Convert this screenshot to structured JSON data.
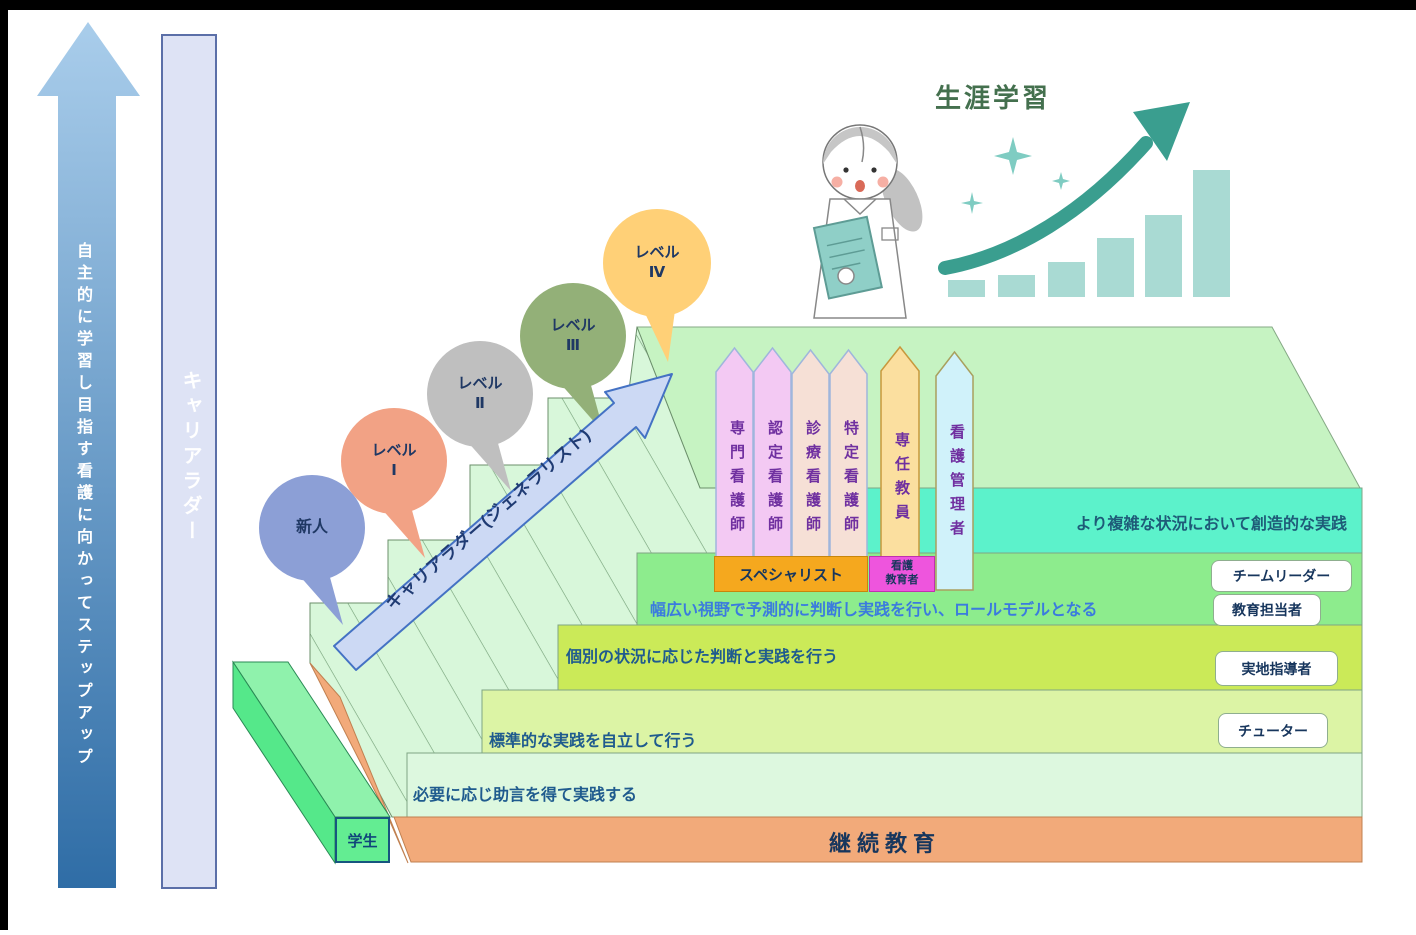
{
  "left_rail": {
    "step_up_arrow_text": "自主的に学習し目指す看護に向かってステップアップ",
    "career_ladder_bar_text": "キャリアラダー"
  },
  "level_bubbles": [
    {
      "line1": "新人",
      "line2": ""
    },
    {
      "line1": "レベル",
      "line2": "Ⅰ"
    },
    {
      "line1": "レベル",
      "line2": "Ⅱ"
    },
    {
      "line1": "レベル",
      "line2": "Ⅲ"
    },
    {
      "line1": "レベル",
      "line2": "Ⅳ"
    }
  ],
  "generalist_arrow_label": "キャリアラダー(ジェネラリスト)",
  "lifelong_learning": {
    "title": "生涯学習",
    "growth_bar_heights": [
      17,
      22,
      35,
      59,
      82,
      127
    ]
  },
  "pennants": [
    {
      "label": "専門看護師"
    },
    {
      "label": "認定看護師"
    },
    {
      "label": "診療看護師"
    },
    {
      "label": "特定看護師"
    },
    {
      "label": "専任教員"
    },
    {
      "label": "看護管理者"
    }
  ],
  "category_tags": {
    "specialist": "スペシャリスト",
    "nurse_educator_line1": "看護",
    "nurse_educator_line2": "教育者"
  },
  "steps": [
    {
      "description": "より複雑な状況において創造的な実践"
    },
    {
      "description": "幅広い視野で予測的に判断し実践を行い、ロールモデルとなる"
    },
    {
      "description": "個別の状況に応じた判断と実践を行う"
    },
    {
      "description": "標準的な実践を自立して行う"
    },
    {
      "description": "必要に応じ助言を得て実践する"
    }
  ],
  "role_badges": [
    {
      "label": "チームリーダー"
    },
    {
      "label": "教育担当者"
    },
    {
      "label": "実地指導者"
    },
    {
      "label": "チューター"
    }
  ],
  "base_bar_label": "継続教育",
  "student_label": "学生",
  "colors": {
    "step5_teal": "#5CF2CB",
    "step4_green": "#8DEC8D",
    "step3_yellow_green": "#CBEA58",
    "step2_light_green": "#DCF4A5",
    "step1_pale_green": "#DDF8DF",
    "base_orange": "#F2AA7A",
    "specialist_orange": "#F5A81E",
    "nurse_educator_magenta": "#EE55DD",
    "pennant_pink": "#F3C9F3",
    "pennant_peach": "#F6E0D6",
    "pennant_gold": "#FBDF9F",
    "pennant_cyan": "#D0F2FA",
    "growth_teal": "#3A9E8F",
    "arrow_blue": "#4472C4"
  }
}
